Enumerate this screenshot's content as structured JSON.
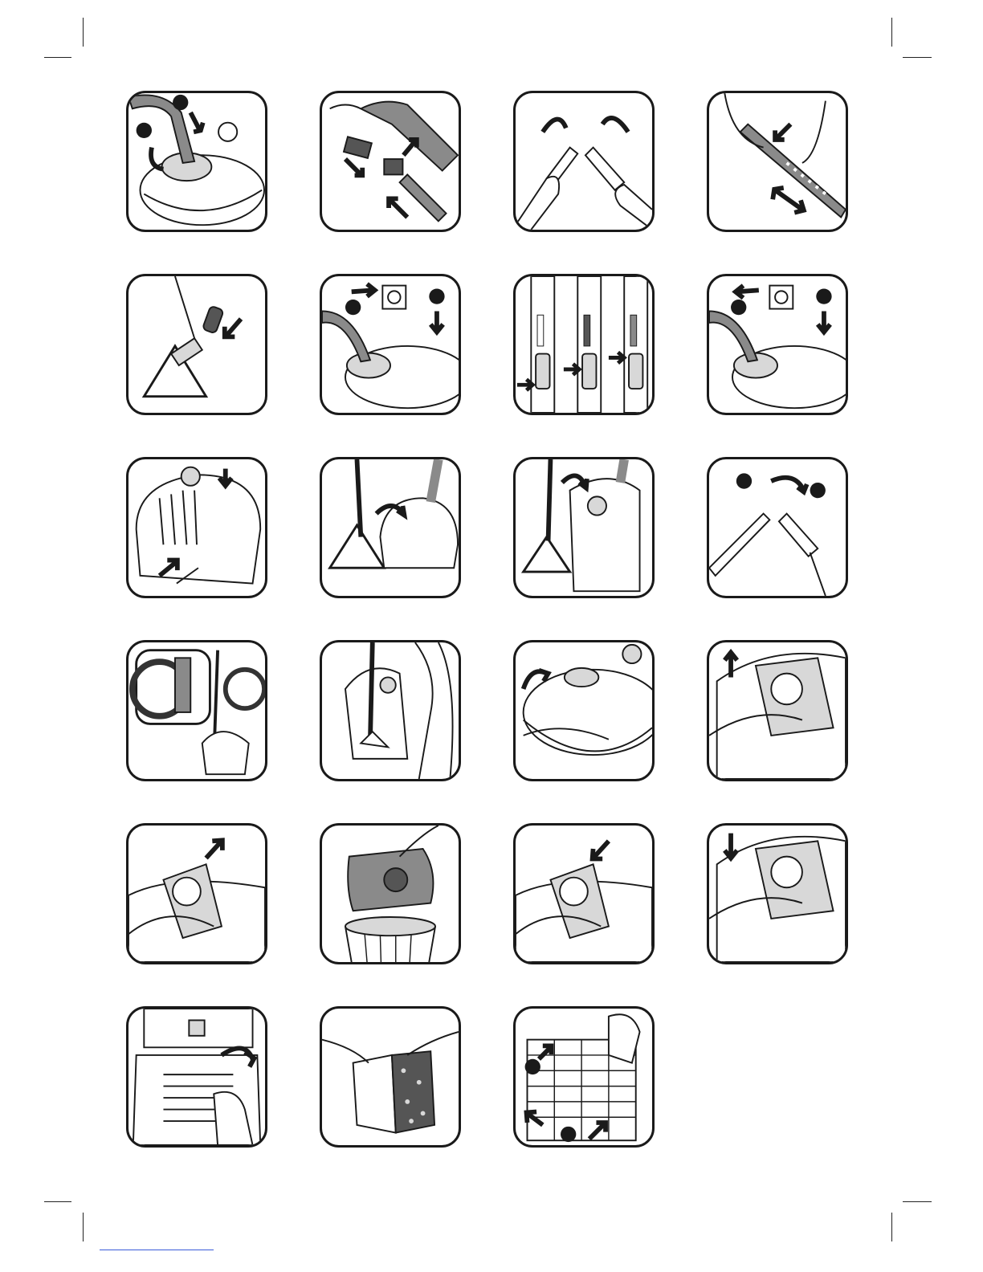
{
  "page": {
    "title": ""
  },
  "colors": {
    "ink": "#1a1a1a",
    "shade": "#8a8a8a",
    "light": "#d8d8d8",
    "accent_line": "#3a5bd9"
  },
  "panels": [
    {
      "row": 1,
      "col": 1,
      "icon": "hose-connect-icon"
    },
    {
      "row": 1,
      "col": 2,
      "icon": "accessories-icon"
    },
    {
      "row": 1,
      "col": 3,
      "icon": "tube-connect-icon"
    },
    {
      "row": 1,
      "col": 4,
      "icon": "telescopic-tube-icon"
    },
    {
      "row": 2,
      "col": 1,
      "icon": "floor-nozzle-icon"
    },
    {
      "row": 2,
      "col": 2,
      "icon": "plug-in-icon"
    },
    {
      "row": 2,
      "col": 3,
      "icon": "power-slider-icon"
    },
    {
      "row": 2,
      "col": 4,
      "icon": "unplug-icon"
    },
    {
      "row": 3,
      "col": 1,
      "icon": "cord-rewind-icon"
    },
    {
      "row": 3,
      "col": 2,
      "icon": "parking-position-icon"
    },
    {
      "row": 3,
      "col": 3,
      "icon": "storage-position-icon"
    },
    {
      "row": 3,
      "col": 4,
      "icon": "tube-disconnect-icon"
    },
    {
      "row": 4,
      "col": 1,
      "icon": "storage-clip-icon"
    },
    {
      "row": 4,
      "col": 2,
      "icon": "carry-icon"
    },
    {
      "row": 4,
      "col": 3,
      "icon": "open-lid-icon"
    },
    {
      "row": 4,
      "col": 4,
      "icon": "remove-bag-holder-icon"
    },
    {
      "row": 5,
      "col": 1,
      "icon": "remove-bag-icon"
    },
    {
      "row": 5,
      "col": 2,
      "icon": "dispose-bag-icon"
    },
    {
      "row": 5,
      "col": 3,
      "icon": "insert-bag-icon"
    },
    {
      "row": 5,
      "col": 4,
      "icon": "refit-bag-holder-icon"
    },
    {
      "row": 6,
      "col": 1,
      "icon": "filter-open-icon"
    },
    {
      "row": 6,
      "col": 2,
      "icon": "filter-clean-icon"
    },
    {
      "row": 6,
      "col": 3,
      "icon": "filter-grid-icon"
    }
  ]
}
